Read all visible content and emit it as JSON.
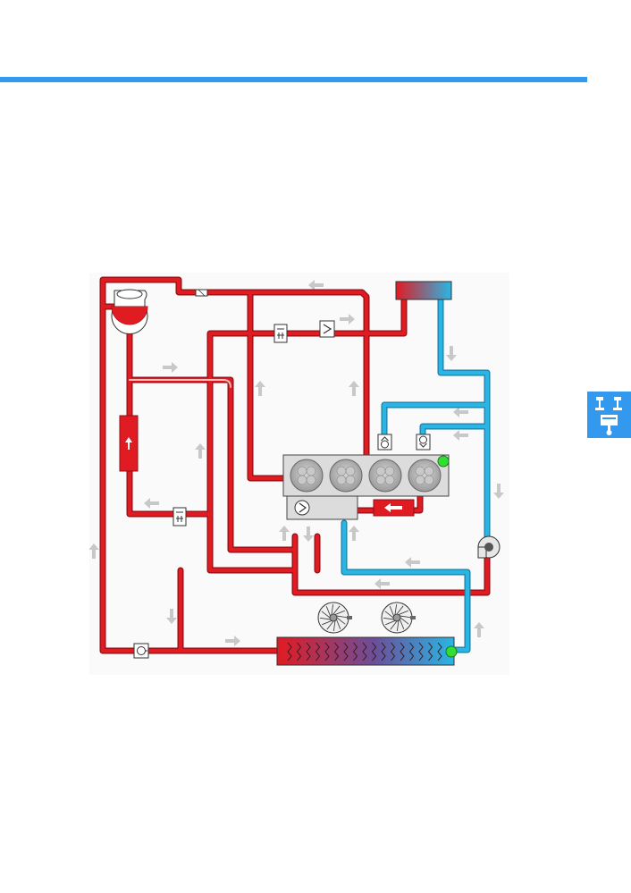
{
  "colors": {
    "accent_blue": "#3399ee",
    "hot_red": "#e11b22",
    "cool_cyan": "#29b6e4",
    "arrow_grey": "#c8c8c8",
    "engine_grey": "#d0d0d0",
    "sensor_green": "#33dd33",
    "panel_bg": "#fafafa"
  },
  "header": {
    "rule": "top-divider-line"
  },
  "side_tab": {
    "icon": "engine-cylinder-icon"
  },
  "diagram": {
    "components": [
      "expansion-tank",
      "heater-core",
      "restrictor",
      "check-valve",
      "thermostat-valve",
      "engine-block",
      "oil-cooler",
      "exhaust-gas-cooler",
      "temperature-sensor",
      "coolant-pump",
      "radiator",
      "radiator-fans",
      "auxiliary-pump",
      "heat-exchanger"
    ]
  }
}
